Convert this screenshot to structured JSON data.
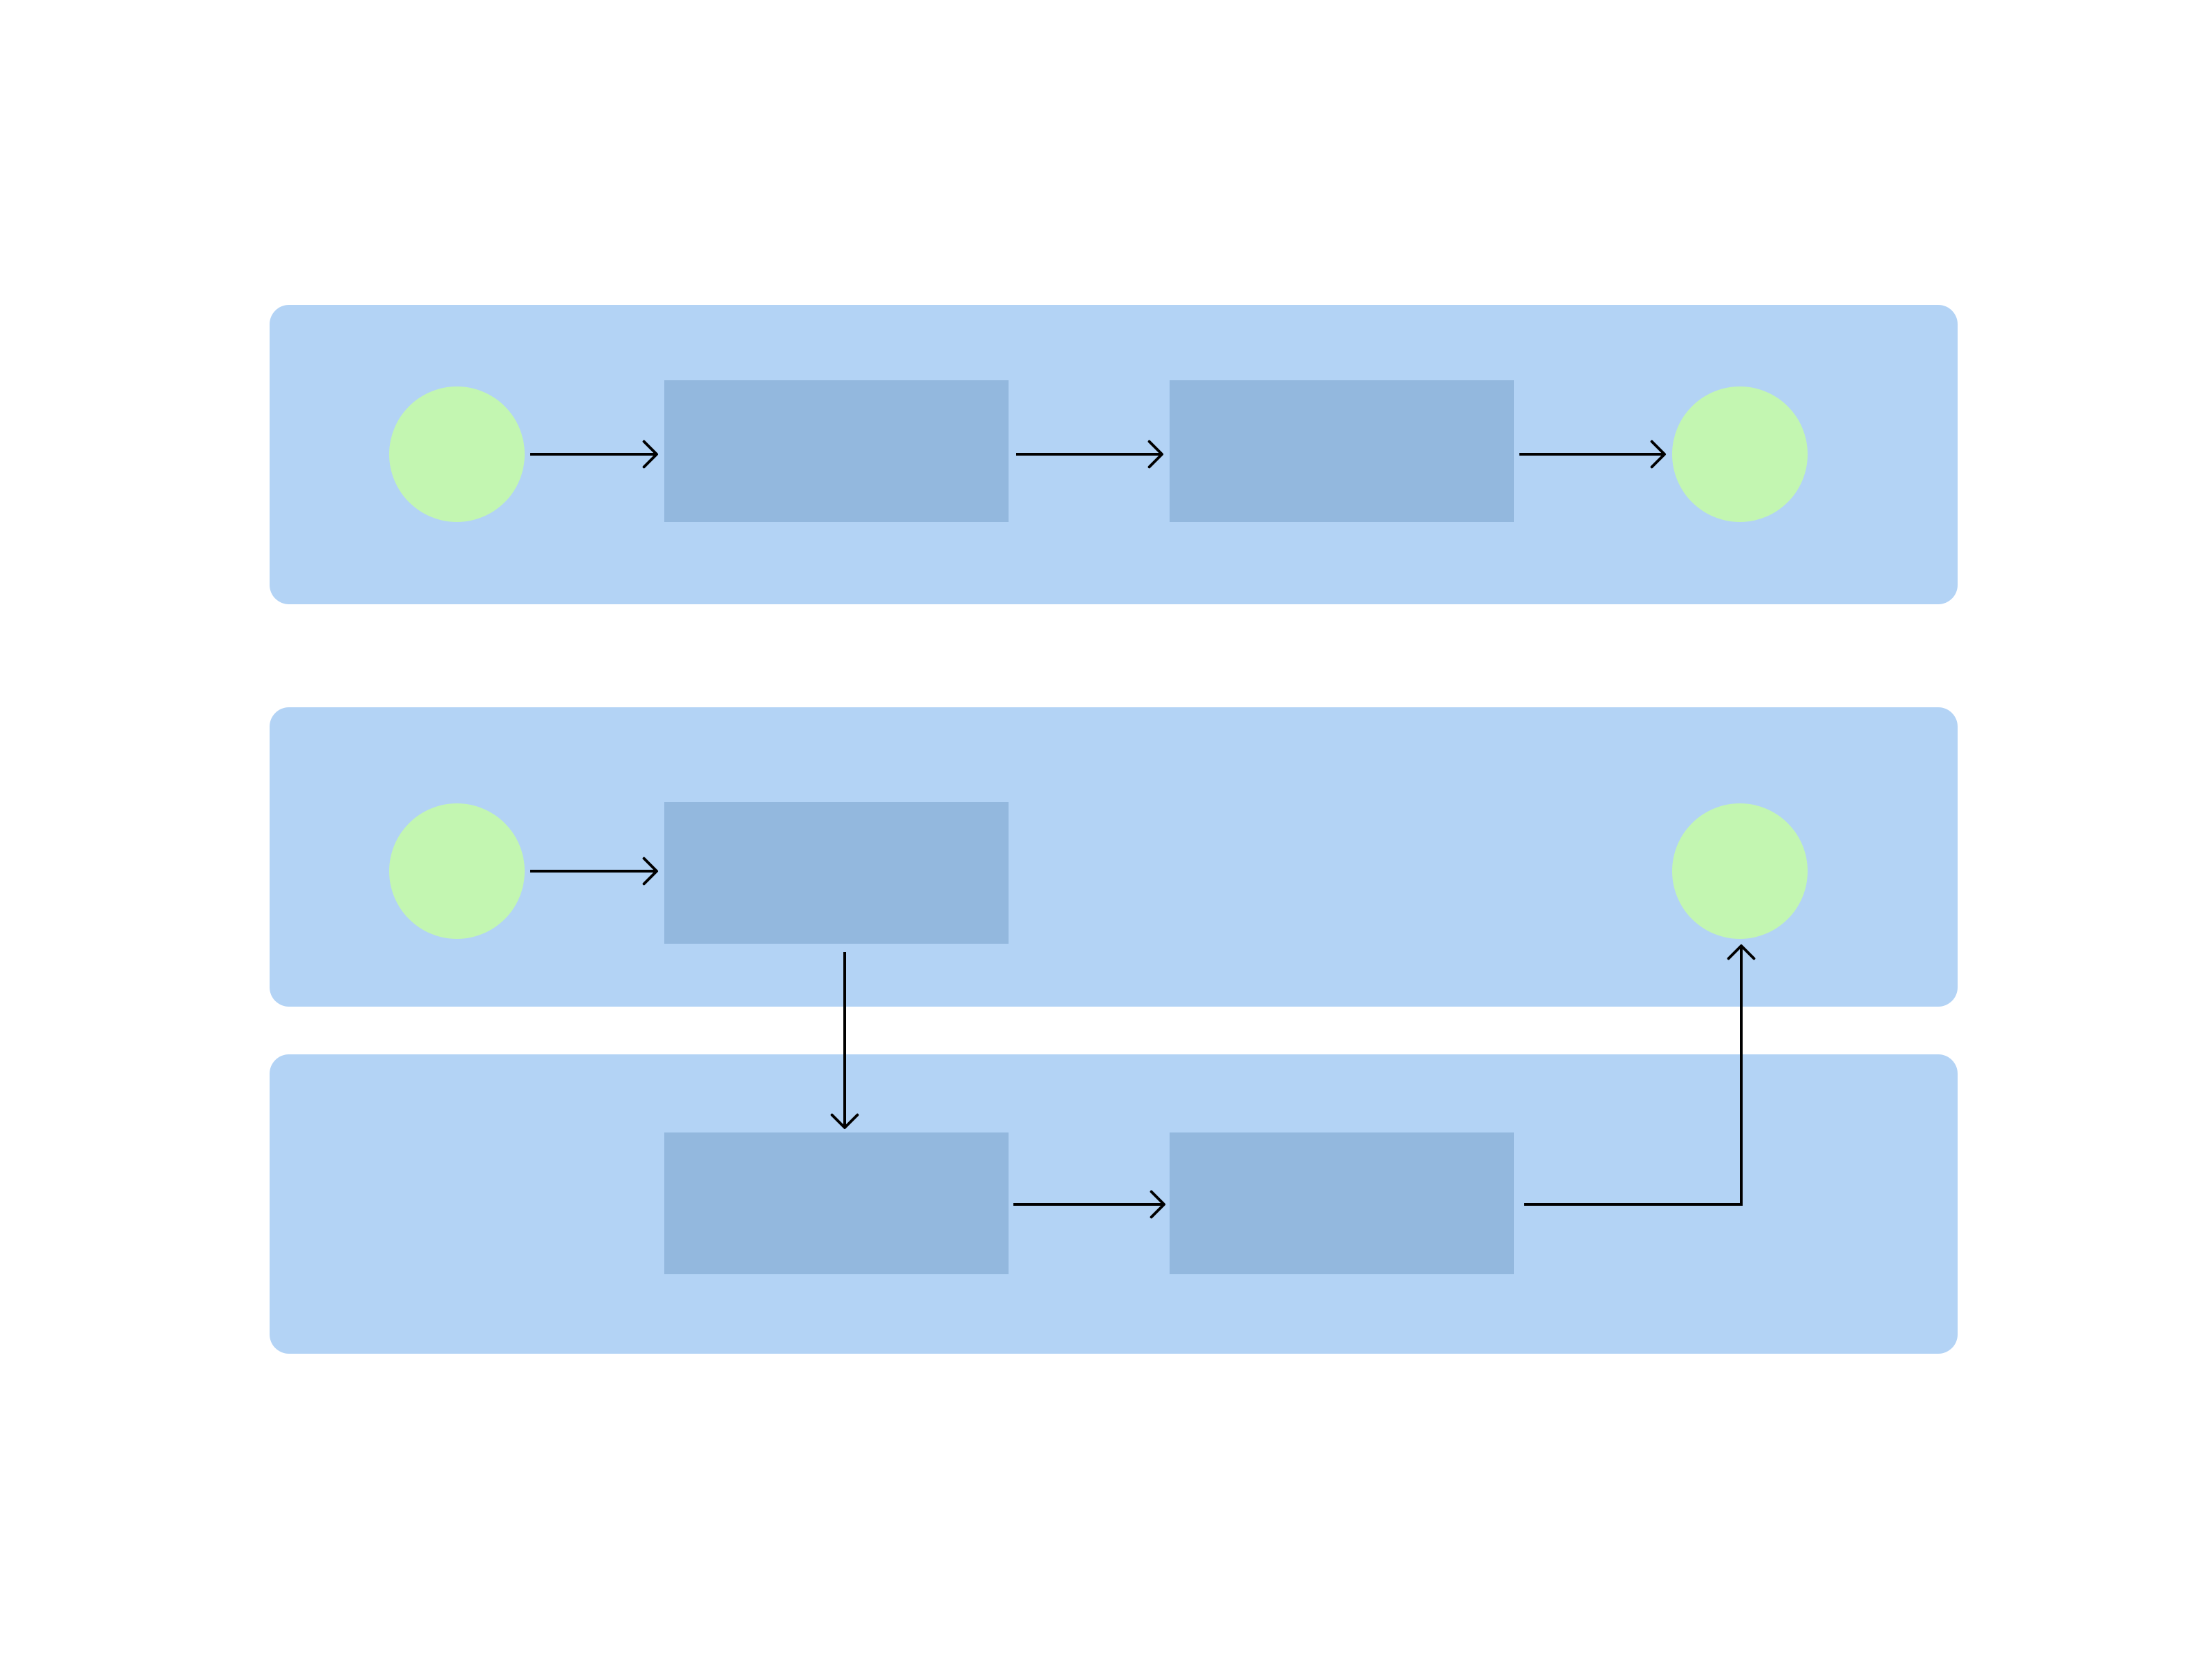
{
  "diagram": {
    "type": "flowchart",
    "lanes": [
      {
        "id": "lane-1",
        "color": "#b3d3f5"
      },
      {
        "id": "lane-2",
        "color": "#b3d3f5"
      },
      {
        "id": "lane-3",
        "color": "#b3d3f5"
      }
    ],
    "nodes": [
      {
        "id": "start-1",
        "shape": "circle",
        "lane": "lane-1",
        "label": "",
        "color": "#c3f6b1"
      },
      {
        "id": "task-1a",
        "shape": "rect",
        "lane": "lane-1",
        "label": "",
        "color": "#93b8de"
      },
      {
        "id": "task-1b",
        "shape": "rect",
        "lane": "lane-1",
        "label": "",
        "color": "#93b8de"
      },
      {
        "id": "end-1",
        "shape": "circle",
        "lane": "lane-1",
        "label": "",
        "color": "#c3f6b1"
      },
      {
        "id": "start-2",
        "shape": "circle",
        "lane": "lane-2",
        "label": "",
        "color": "#c3f6b1"
      },
      {
        "id": "task-2a",
        "shape": "rect",
        "lane": "lane-2",
        "label": "",
        "color": "#93b8de"
      },
      {
        "id": "end-2",
        "shape": "circle",
        "lane": "lane-2",
        "label": "",
        "color": "#c3f6b1"
      },
      {
        "id": "task-3a",
        "shape": "rect",
        "lane": "lane-3",
        "label": "",
        "color": "#93b8de"
      },
      {
        "id": "task-3b",
        "shape": "rect",
        "lane": "lane-3",
        "label": "",
        "color": "#93b8de"
      }
    ],
    "edges": [
      {
        "from": "start-1",
        "to": "task-1a"
      },
      {
        "from": "task-1a",
        "to": "task-1b"
      },
      {
        "from": "task-1b",
        "to": "end-1"
      },
      {
        "from": "start-2",
        "to": "task-2a"
      },
      {
        "from": "task-2a",
        "to": "task-3a"
      },
      {
        "from": "task-3a",
        "to": "task-3b"
      },
      {
        "from": "task-3b",
        "to": "end-2"
      }
    ],
    "edge_color": "#000000"
  }
}
